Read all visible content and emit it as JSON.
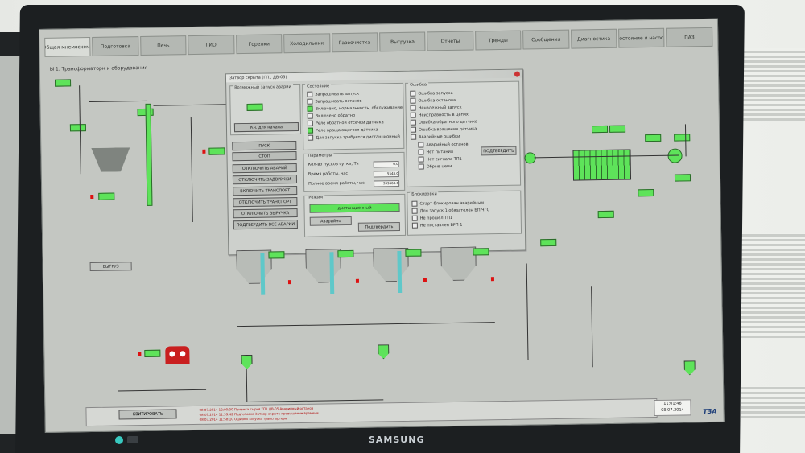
{
  "monitor": {
    "brand": "SAMSUNG"
  },
  "window": {
    "title": "Ы 1. Трансформаторн и оборудования"
  },
  "tabs": [
    {
      "label": "Общая мнемосхема",
      "active": true
    },
    {
      "label": "Подготовка"
    },
    {
      "label": "Печь"
    },
    {
      "label": "ГИО"
    },
    {
      "label": "Горелки"
    },
    {
      "label": "Холодильник"
    },
    {
      "label": "Газоочистка"
    },
    {
      "label": "Выгрузка"
    },
    {
      "label": "Отчеты"
    },
    {
      "label": "Тренды"
    },
    {
      "label": "Сообщения"
    },
    {
      "label": "Диагностика"
    },
    {
      "label": "Состояние и насосы"
    },
    {
      "label": "ПАЗ"
    }
  ],
  "dialog": {
    "title": "Затвор скрыта (ГП1 ДВ-05)",
    "left_group_title": "Возможный запуск аварии",
    "btn_start_label": "Кн. для начала",
    "buttons": [
      "ПУСК",
      "СТОП",
      "ОТКЛЮЧИТЬ АВАРИЙ",
      "ОТКЛЮЧИТЬ ЗАДВИЖКИ",
      "ВКЛЮЧИТЬ ТРАНСПОРТ",
      "ОТКЛЮЧИТЬ ТРАНСПОРТ",
      "ОТКЛЮЧИТЬ ВЫРУЧКА",
      "ПОДТВЕРДИТЬ ВСЕ АВАРИИ"
    ],
    "state_group_title": "Состояние",
    "state_rows": [
      {
        "label": "Запрашивать запуск",
        "on": false
      },
      {
        "label": "Запрашивать останов",
        "on": false
      },
      {
        "label": "Включено, нормальность, обслуживание",
        "on": true
      },
      {
        "label": "Включено обратно",
        "on": false
      },
      {
        "label": "Реле обратной отсечки датчика",
        "on": false
      },
      {
        "label": "Реле вращающегося датчика",
        "on": true
      },
      {
        "label": "Для запуска требуется дистанционный",
        "on": false
      }
    ],
    "params_group_title": "Параметры",
    "params": [
      {
        "label": "Кол-во пусков сутки, Тч",
        "value": "0.0"
      },
      {
        "label": "Время работы, час",
        "value": "5548.0"
      },
      {
        "label": "Полное время работы, час",
        "value": "339668.0"
      }
    ],
    "mode_group_title": "Режим",
    "mode_value": "дистанционный",
    "mode_btn1": "Аварийно",
    "mode_btn2": "Подтвердить",
    "fault_group_title": "Ошибка",
    "fault_rows": [
      "Ошибка запуска",
      "Ошибка останова",
      "Ненадежный запуск",
      "Неисправность в цепях",
      "Ошибка обратного датчика",
      "Ошибка вращения датчика",
      "Аварийные ошибки"
    ],
    "fault_sub_rows": [
      "Аварийный останов",
      "Нет питания",
      "Нет сигнала ТП1",
      "Обрыв цепи"
    ],
    "fault_btn": "ПОДТВЕРДИТЬ",
    "block_group_title": "Блокировки",
    "block_rows": [
      "Старт блокирован аварийным",
      "Для запуск 1 обязателен БП ЧГС",
      "Не прошел ТП1",
      "Не поставлен ВРП 1"
    ]
  },
  "left_panel": {
    "btn_label": "ВЫГРУЗ"
  },
  "statusbar": {
    "left_button": "КВИТИРОВАТЬ",
    "events": [
      "08.07.2014 12:00:00 Приемка сырья ТП1 ДВ-05 Аварийный останов",
      "08.07.2014 11:59:42 Подготовка Затвор скрыта превышение времени",
      "08.07.2014 11:58:10 Ошибка запуска транспортера"
    ],
    "time": "11:01:46",
    "date": "08.07.2014",
    "logo": "ТЗА"
  },
  "colors": {
    "running": "#5ee35a",
    "alarm": "#d11111",
    "panel": "#c4c7c2"
  }
}
